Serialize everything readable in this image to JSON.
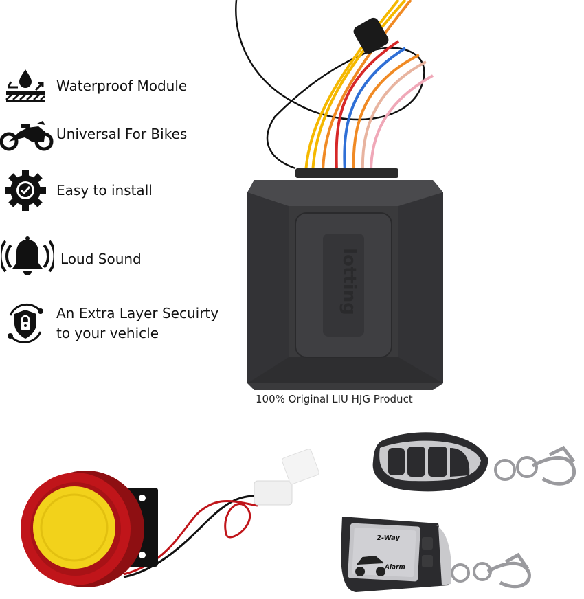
{
  "features": [
    {
      "icon": "waterproof-icon",
      "label": "Waterproof Module"
    },
    {
      "icon": "motorcycle-icon",
      "label": "Universal For Bikes"
    },
    {
      "icon": "gear-check-icon",
      "label": "Easy to install"
    },
    {
      "icon": "bell-icon",
      "label": "Loud Sound"
    },
    {
      "icon": "shield-lock-icon",
      "label_line1": "An Extra Layer Secuirty",
      "label_line2": "to your vehicle"
    }
  ],
  "product_caption": "100% Original LIU HJG Product",
  "remote_top": {
    "label": ""
  },
  "remote_bottom": {
    "label_line1": "2-Way",
    "label_line2": "Alarm"
  },
  "colors": {
    "module_body": "#3a3a3c",
    "siren_red": "#c0151a",
    "siren_yellow": "#f2d21b",
    "remote_body": "#2b2b2e",
    "chrome": "#c9c9cc",
    "wire_yellow": "#f5b800",
    "wire_orange": "#f08a24",
    "wire_red": "#d62828",
    "wire_blue": "#2f6fd6"
  }
}
